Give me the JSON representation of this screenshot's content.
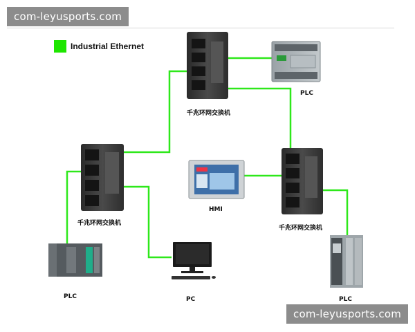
{
  "watermark": {
    "top": "com-leyusports.com",
    "bottom": "com-leyusports.com"
  },
  "legend": {
    "label": "Industrial Ethernet",
    "color": "#1ee600"
  },
  "nodes": {
    "switch_top": "千兆环网交换机",
    "switch_left": "千兆环网交换机",
    "switch_right": "千兆环网交换机",
    "plc_top": "PLC",
    "plc_left": "PLC",
    "plc_right": "PLC",
    "hmi": "HMI",
    "pc": "PC"
  },
  "colors": {
    "link": "#2ee81a",
    "device_dark": "#3b3b3b",
    "device_gray": "#9aa3a8"
  }
}
